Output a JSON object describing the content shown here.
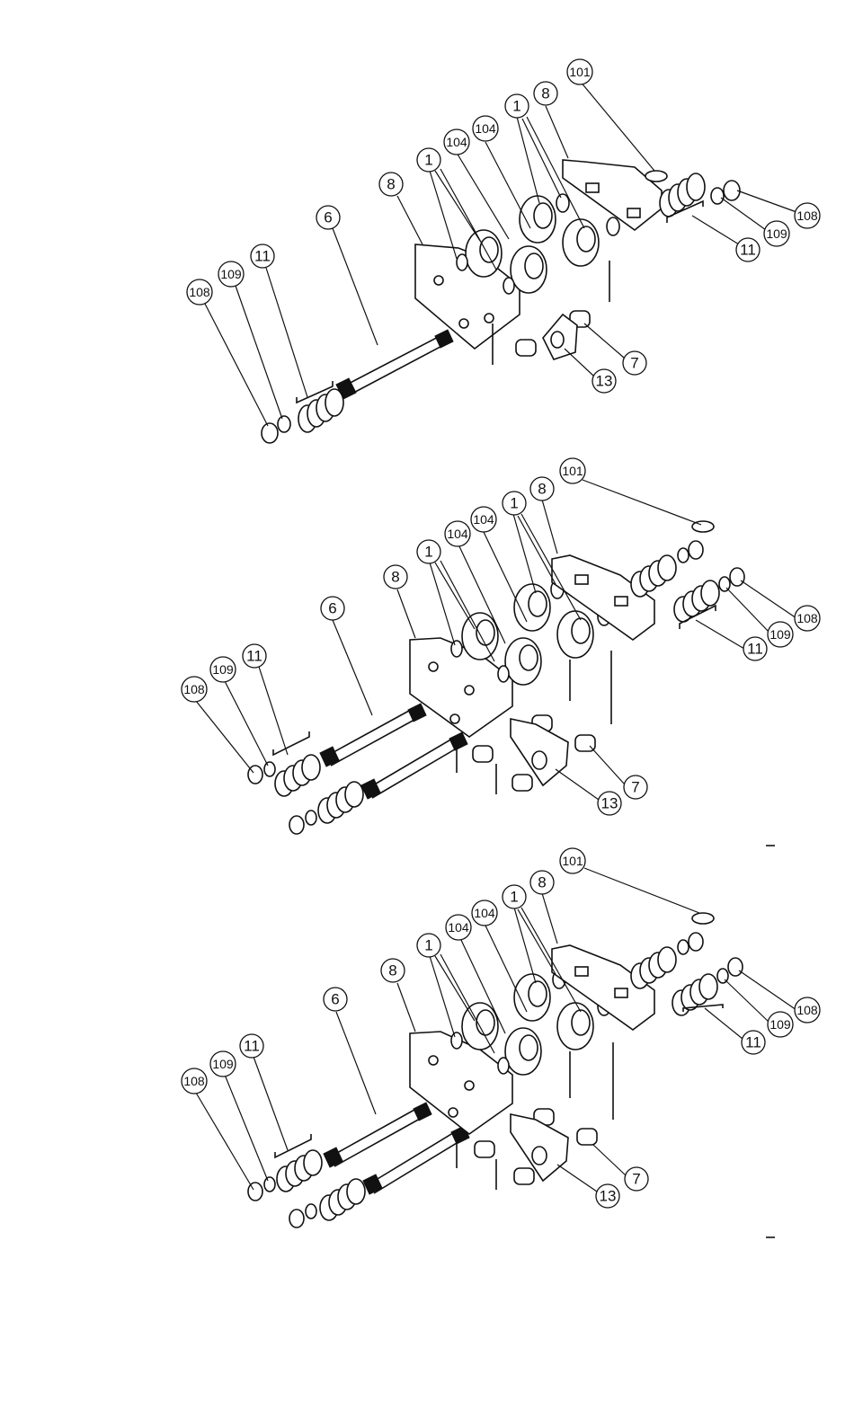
{
  "diagrams": [
    {
      "id": "view-1",
      "callouts": [
        {
          "label": "101"
        },
        {
          "label": "8"
        },
        {
          "label": "1"
        },
        {
          "label": "104"
        },
        {
          "label": "104"
        },
        {
          "label": "1"
        },
        {
          "label": "8"
        },
        {
          "label": "6"
        },
        {
          "label": "11"
        },
        {
          "label": "109"
        },
        {
          "label": "108"
        },
        {
          "label": "108"
        },
        {
          "label": "109"
        },
        {
          "label": "11"
        },
        {
          "label": "7"
        },
        {
          "label": "13"
        }
      ]
    },
    {
      "id": "view-2",
      "callouts": [
        {
          "label": "101"
        },
        {
          "label": "8"
        },
        {
          "label": "1"
        },
        {
          "label": "104"
        },
        {
          "label": "104"
        },
        {
          "label": "1"
        },
        {
          "label": "8"
        },
        {
          "label": "6"
        },
        {
          "label": "11"
        },
        {
          "label": "109"
        },
        {
          "label": "108"
        },
        {
          "label": "108"
        },
        {
          "label": "109"
        },
        {
          "label": "11"
        },
        {
          "label": "7"
        },
        {
          "label": "13"
        }
      ]
    },
    {
      "id": "view-3",
      "callouts": [
        {
          "label": "101"
        },
        {
          "label": "8"
        },
        {
          "label": "1"
        },
        {
          "label": "104"
        },
        {
          "label": "104"
        },
        {
          "label": "1"
        },
        {
          "label": "8"
        },
        {
          "label": "6"
        },
        {
          "label": "11"
        },
        {
          "label": "109"
        },
        {
          "label": "108"
        },
        {
          "label": "108"
        },
        {
          "label": "109"
        },
        {
          "label": "11"
        },
        {
          "label": "7"
        },
        {
          "label": "13"
        }
      ]
    }
  ]
}
